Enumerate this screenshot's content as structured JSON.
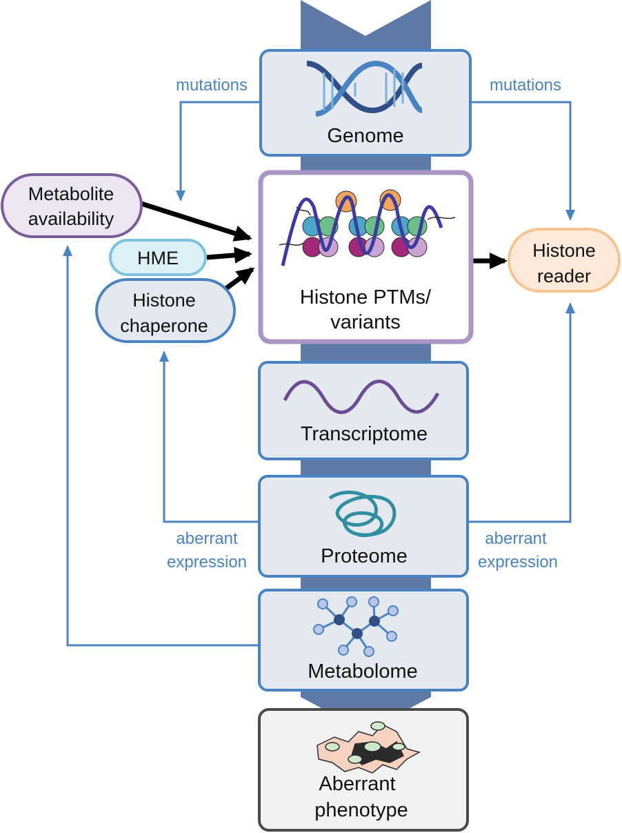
{
  "labels": {
    "genome": "Genome",
    "histone_ptms_line1": "Histone PTMs/",
    "histone_ptms_line2": "variants",
    "transcriptome": "Transcriptome",
    "proteome": "Proteome",
    "metabolome": "Metabolome",
    "phenotype_line1": "Aberrant",
    "phenotype_line2": "phenotype",
    "metabolite_line1": "Metabolite",
    "metabolite_line2": "availability",
    "hme": "HME",
    "chaperone_line1": "Histone",
    "chaperone_line2": "chaperone",
    "reader_line1": "Histone",
    "reader_line2": "reader",
    "mutations_left": "mutations",
    "mutations_right": "mutations",
    "aberrant_left_line1": "aberrant",
    "aberrant_left_line2": "expression",
    "aberrant_right_line1": "aberrant",
    "aberrant_right_line2": "expression"
  },
  "colors": {
    "backbone": "#5e7aa6",
    "box_fill": "#e4e9ef",
    "box_stroke": "#4a83c1",
    "ptm_stroke": "#a996c4",
    "connector": "#4a83c1",
    "metabolite_stroke": "#7b5c9a",
    "hme_fill": "#dcf0f7",
    "hme_stroke": "#7ec3dd",
    "reader_fill": "#fde9d9",
    "reader_stroke": "#f6c391",
    "phenotype_stroke": "#4a4a4a",
    "phenotype_fill": "#f1f2f2"
  },
  "icons": {
    "genome": "dna-helix-icon",
    "histone": "nucleosome-icon",
    "transcriptome": "rna-wave-icon",
    "proteome": "protein-fold-icon",
    "metabolome": "molecule-icon",
    "phenotype": "cells-icon"
  }
}
